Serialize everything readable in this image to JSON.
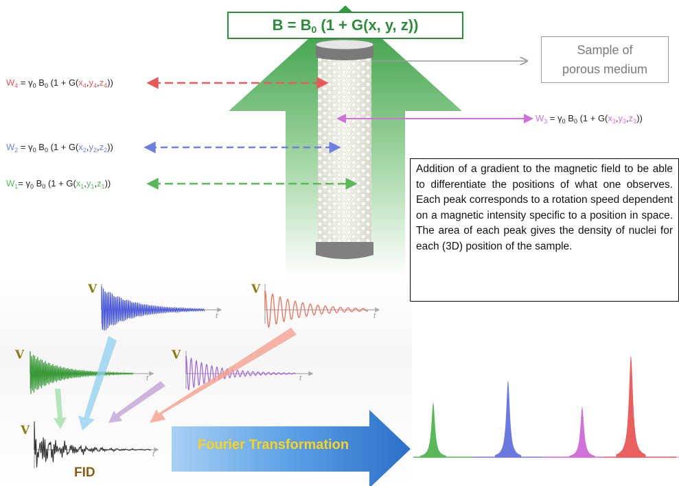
{
  "formula": {
    "main": "B = B",
    "sub0": "0",
    "rest": " (1 + G(x, y, z))"
  },
  "sample_label": {
    "line1": "Sample of",
    "line2": "porous medium"
  },
  "equations": {
    "w4": {
      "name": "W",
      "idx": "4",
      "mid": " = γ",
      "sub0": "0",
      "b": " B",
      "subb": "0",
      "open": " (1 + G(",
      "x": "x",
      "xi": "4",
      "y": "y",
      "yi": "4",
      "z": "z",
      "zi": "4",
      "close": "))"
    },
    "w3": {
      "name": "W",
      "idx": "3",
      "mid": " = γ",
      "sub0": "0",
      "b": " B",
      "subb": "0",
      "open": " (1 + G(",
      "x": "x",
      "xi": "3",
      "y": "y",
      "yi": "3",
      "z": "z",
      "zi": "3",
      "close": "))"
    },
    "w2": {
      "name": "W",
      "idx": "2",
      "mid": " = γ",
      "sub0": "0",
      "b": " B",
      "subb": "0",
      "open": " (1 + G(",
      "x": "x",
      "xi": "2",
      "y": "y",
      "yi": "2",
      "z": "z",
      "zi": "2",
      "close": "))"
    },
    "w1": {
      "name": "W",
      "idx": "1",
      "mid": "= γ",
      "sub0": "0",
      "b": " B",
      "subb": "0",
      "open": " (1 + G(",
      "x": "x",
      "xi": "1",
      "y": "y",
      "yi": "1",
      "z": "z",
      "zi": "1",
      "close": "))"
    }
  },
  "description": "Addition of a gradient to the magnetic field to be able to differentiate the positions of what one observes. Each peak corresponds to a rotation speed dependent on a magnetic intensity specific to a position in space. The area of each peak gives the density of nuclei for each (3D) position of the sample.",
  "signal_axis": {
    "v": "V",
    "t": "t"
  },
  "fourier_label": "Fourier Transformation",
  "fid_label": "FID",
  "colors": {
    "red": "#e85a5a",
    "purple": "#d070d8",
    "blue": "#7080e0",
    "green": "#5ab85a",
    "arrow_green": "#4aa84a",
    "fourier_blue": "#4a90e0"
  }
}
